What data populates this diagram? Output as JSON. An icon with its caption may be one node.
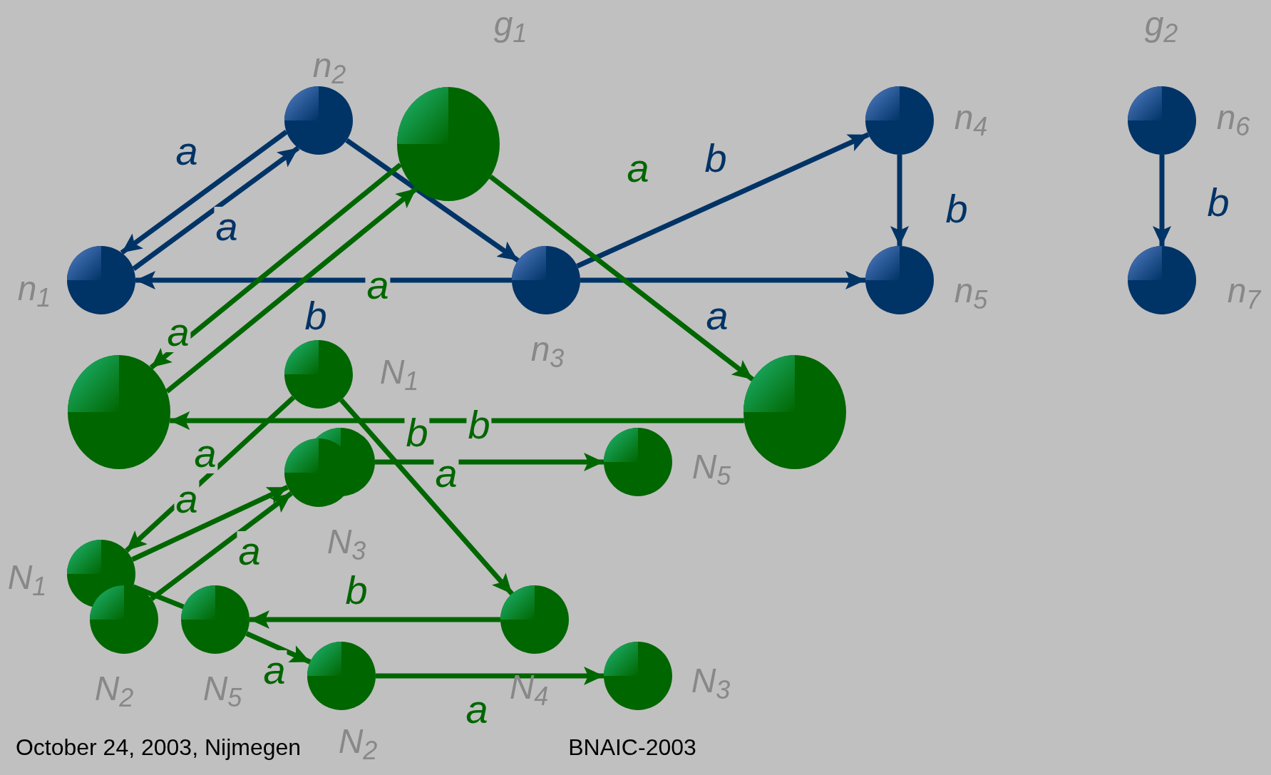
{
  "diagram": {
    "nodes": [
      {
        "text": [],
        "shape": "circle",
        "beside": [
          "n$_{2}$"
        ]
      },
      {
        "text": [],
        "shape": "circle"
      },
      {
        "text": [],
        "shape": "circle",
        "beside": [
          "n$_{4}$"
        ]
      },
      {
        "text": [],
        "shape": "circle",
        "beside": [
          "n$_{6}$"
        ]
      },
      {
        "text": [],
        "shape": "circle",
        "beside": [
          "n$_{1}$"
        ]
      },
      {
        "text": [],
        "shape": "circle",
        "beside": [
          "n$_{3}$"
        ]
      },
      {
        "text": [],
        "shape": "circle",
        "beside": [
          "n$_{5}$"
        ]
      },
      {
        "text": [],
        "shape": "circle",
        "beside": [
          "n$_{7}$"
        ]
      },
      {
        "text": [],
        "shape": "circle"
      },
      {
        "text": [],
        "shape": "circle",
        "beside": [
          "N$_{1}$"
        ]
      },
      {
        "text": [],
        "shape": "circle"
      },
      {
        "text": [],
        "shape": "circle"
      },
      {
        "text": [],
        "shape": "circle",
        "beside": [
          "N$_{3}$"
        ]
      },
      {
        "text": [],
        "shape": "circle",
        "beside": [
          "N$_{5}$"
        ]
      },
      {
        "text": [],
        "shape": "circle",
        "beside": [
          "N$_{1}$"
        ]
      },
      {
        "text": [],
        "shape": "circle",
        "beside": [
          "N$_{2}$"
        ]
      },
      {
        "text": [],
        "shape": "circle",
        "beside": [
          "N$_{5}$"
        ]
      },
      {
        "text": [],
        "shape": "circle",
        "beside": [
          "N$_{4}$"
        ]
      },
      {
        "text": [],
        "shape": "circle",
        "beside": [
          "N$_{2}$"
        ]
      },
      {
        "text": [],
        "shape": "circle",
        "beside": [
          "N$_{3}$"
        ]
      }
    ],
    "edges": [
      {
        "from": 0,
        "to": 4,
        "arrow": "to",
        "label": "a",
        "color": "#003366"
      },
      {
        "from": 4,
        "to": 0,
        "arrow": "to",
        "label": "a",
        "color": "#003366"
      },
      {
        "from": 0,
        "to": 5,
        "arrow": "to",
        "color": "#003366"
      },
      {
        "from": 5,
        "to": 4,
        "arrow": "to",
        "label": "b",
        "color": "#003366"
      },
      {
        "from": 5,
        "to": 6,
        "arrow": "to",
        "label": "a",
        "color": "#003366"
      },
      {
        "from": 5,
        "to": 2,
        "arrow": "to",
        "label": "b",
        "color": "#003366"
      },
      {
        "from": 2,
        "to": 6,
        "arrow": "to",
        "label": "b",
        "color": "#003366"
      },
      {
        "from": 3,
        "to": 7,
        "arrow": "to",
        "label": "b",
        "color": "#003366"
      },
      {
        "from": 1,
        "to": 8,
        "arrow": "to",
        "label": "a"
      },
      {
        "from": 8,
        "to": 1,
        "arrow": "to",
        "label": "a"
      },
      {
        "from": 1,
        "to": 10,
        "arrow": "to",
        "label": "a"
      },
      {
        "from": 10,
        "to": 8,
        "arrow": "to",
        "label": "b"
      },
      {
        "from": 9,
        "to": 14,
        "arrow": "to",
        "label": "a"
      },
      {
        "from": 14,
        "to": 12,
        "arrow": "to",
        "label": "a"
      },
      {
        "from": 15,
        "to": 12,
        "arrow": "to",
        "label": "a"
      },
      {
        "from": 16,
        "to": 18,
        "arrow": "to",
        "label": "a"
      },
      {
        "from": 9,
        "to": 17,
        "arrow": "to",
        "label": "b"
      },
      {
        "from": 17,
        "to": 16,
        "arrow": "to",
        "label": "b"
      },
      {
        "from": 11,
        "to": 13,
        "arrow": "to",
        "label": "a"
      },
      {
        "from": 18,
        "to": 19,
        "arrow": "to",
        "label": "a"
      },
      {
        "from": 14,
        "to": 16,
        "arrow": "none"
      }
    ],
    "labels": [
      "g$_{1}$",
      "g$_{2}$",
      "October 24, 2003, Nijmegen",
      "BNAIC-2003"
    ]
  }
}
